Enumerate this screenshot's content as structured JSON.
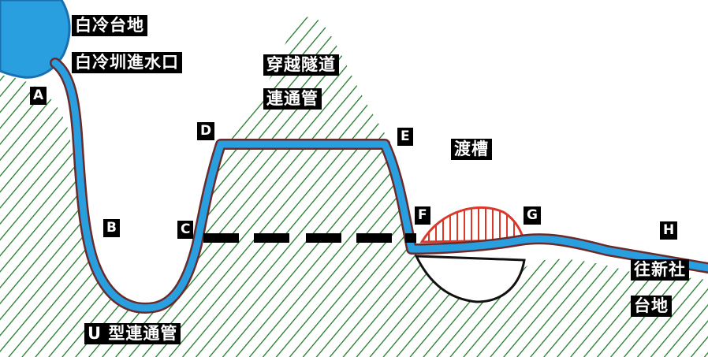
{
  "labels": {
    "source_name": "白冷台地",
    "intake_name": "白冷圳進水口",
    "tunnel_line1": "穿越隧道",
    "tunnel_line2": "連通管",
    "aqueduct": "渡槽",
    "u_pipe": "U 型連通管",
    "dest_line1": "往新社",
    "dest_line2": "台地"
  },
  "points": [
    "A",
    "B",
    "C",
    "D",
    "E",
    "F",
    "G",
    "H"
  ],
  "colors": {
    "water": "#2a9fe0",
    "pipe_outline": "#6b2a2a",
    "hill_hatch": "#1f7a2a",
    "aqueduct_hatch": "#d8392b",
    "label_bg": "#000000",
    "label_text": "#ffffff"
  }
}
